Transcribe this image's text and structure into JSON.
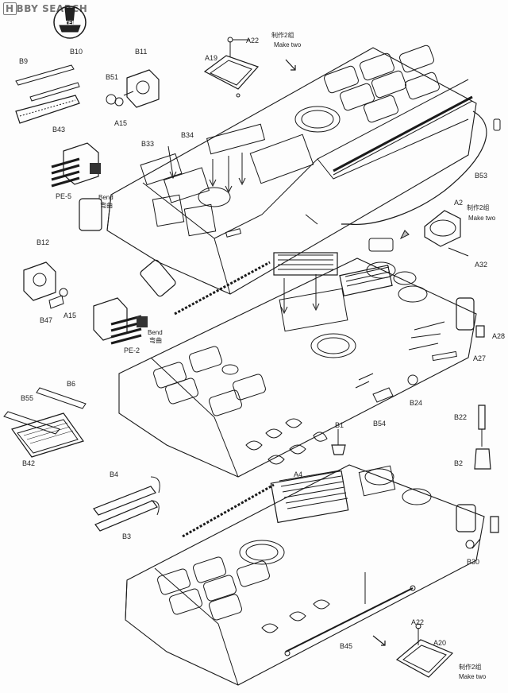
{
  "watermark": {
    "brand_a": "H",
    "brand_b": "BBY",
    "brand_c": "SEARCH"
  },
  "step_badge": {
    "label": "STEP"
  },
  "labels": {
    "b9": "B9",
    "b10": "B10",
    "b11": "B11",
    "b51": "B51",
    "a15_top": "A15",
    "b43": "B43",
    "pe5": "PE-5",
    "bend_top": "Bend",
    "bend_top_cn": "弯曲",
    "b33": "B33",
    "b34": "B34",
    "a22_top": "A22",
    "a19": "A19",
    "make_two_top_cn": "制作2组",
    "make_two_top": "Make two",
    "b53": "B53",
    "a2": "A2",
    "make_two_mid_cn": "制作2组",
    "make_two_mid": "Make two",
    "a32": "A32",
    "b12": "B12",
    "a15_mid": "A15",
    "b47": "B47",
    "pe2": "PE-2",
    "bend_mid": "Bend",
    "bend_mid_cn": "弯曲",
    "a28": "A28",
    "a27": "A27",
    "b24": "B24",
    "b54": "B54",
    "b6": "B6",
    "b55": "B55",
    "b42": "B42",
    "b1": "B1",
    "a4": "A4",
    "b22": "B22",
    "b2": "B2",
    "b4": "B4",
    "b3": "B3",
    "b30": "B30",
    "b45": "B45",
    "a22_bot": "A22",
    "a20": "A20",
    "make_two_bot_cn": "制作2组",
    "make_two_bot": "Make two"
  },
  "colors": {
    "line": "#1a1a1a",
    "watermark": "#777777",
    "paper": "#fdfdfd"
  }
}
